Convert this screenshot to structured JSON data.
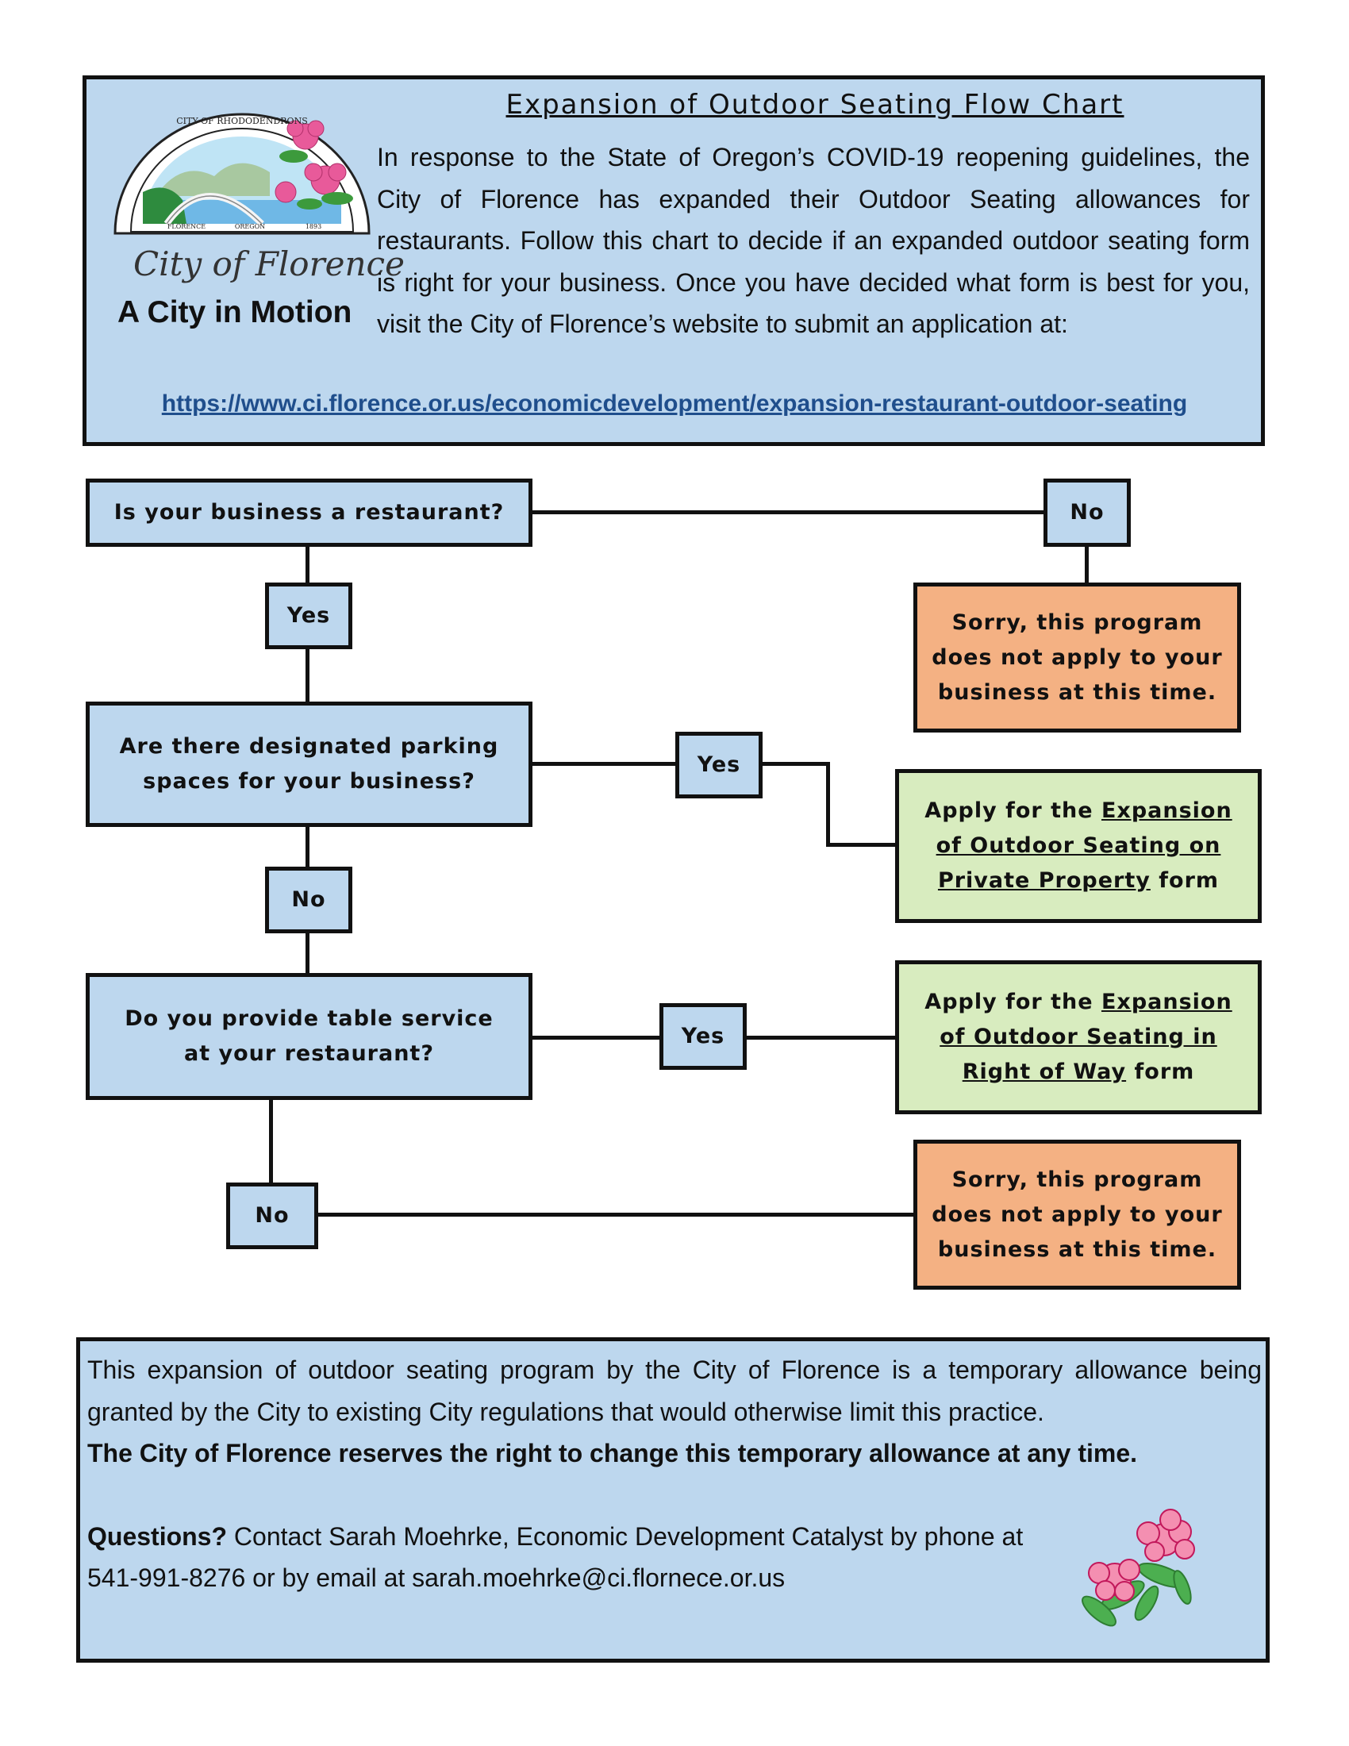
{
  "header": {
    "title": "Expansion of Outdoor Seating Flow Chart",
    "intro": "In response to the State of Oregon’s COVID-19 reopening guidelines, the City of Florence has expanded their Outdoor Seating allowances for restaurants.  Follow this chart to decide if an expanded outdoor seating form is right for your business. Once you have decided what form is best for you, visit the City of Florence’s website to submit an application at:",
    "url": "https://www.ci.florence.or.us/economicdevelopment/expansion-restaurant-outdoor-seating",
    "logo": {
      "seal_top": "CITY OF RHODODENDRONS",
      "seal_bottom_left": "FLORENCE",
      "seal_bottom_mid": "OREGON",
      "seal_bottom_right": "1893",
      "city_name": "City of Florence",
      "tagline": "A City in Motion"
    }
  },
  "flow": {
    "q1": "Is your business a restaurant?",
    "q1_no": "No",
    "q1_yes": "Yes",
    "q1_no_result": "Sorry, this program does not apply to your business at this time.",
    "q2": "Are there designated parking spaces for your business?",
    "q2_yes": "Yes",
    "q2_no": "No",
    "q2_yes_result": {
      "prefix": "Apply for the",
      "form": "Expansion of Outdoor Seating on Private Property",
      "suffix": "form"
    },
    "q3": "Do you provide table service at your restaurant?",
    "q3_yes": "Yes",
    "q3_no": "No",
    "q3_yes_result": {
      "prefix": "Apply for the",
      "form": "Expansion of Outdoor Seating in Right of Way",
      "suffix": "form"
    },
    "q3_no_result": "Sorry, this program does not apply to your business at this time."
  },
  "footer": {
    "para1": "This expansion of outdoor seating program by the City of Florence is a temporary allowance being granted  by the City to existing City regulations that would otherwise limit this practice.",
    "para2": "The City of Florence reserves the right to change this temporary allowance at any time.",
    "questions_label": "Questions?",
    "questions_text": " Contact Sarah Moehrke, Economic Development Catalyst by phone at 541-991-8276 or by email at sarah.moehrke@ci.flornece.or.us"
  },
  "colors": {
    "panel_blue": "#bdd7ee",
    "result_orange": "#f4b183",
    "result_green": "#d8ecbf",
    "url_blue": "#1f4e8c"
  }
}
